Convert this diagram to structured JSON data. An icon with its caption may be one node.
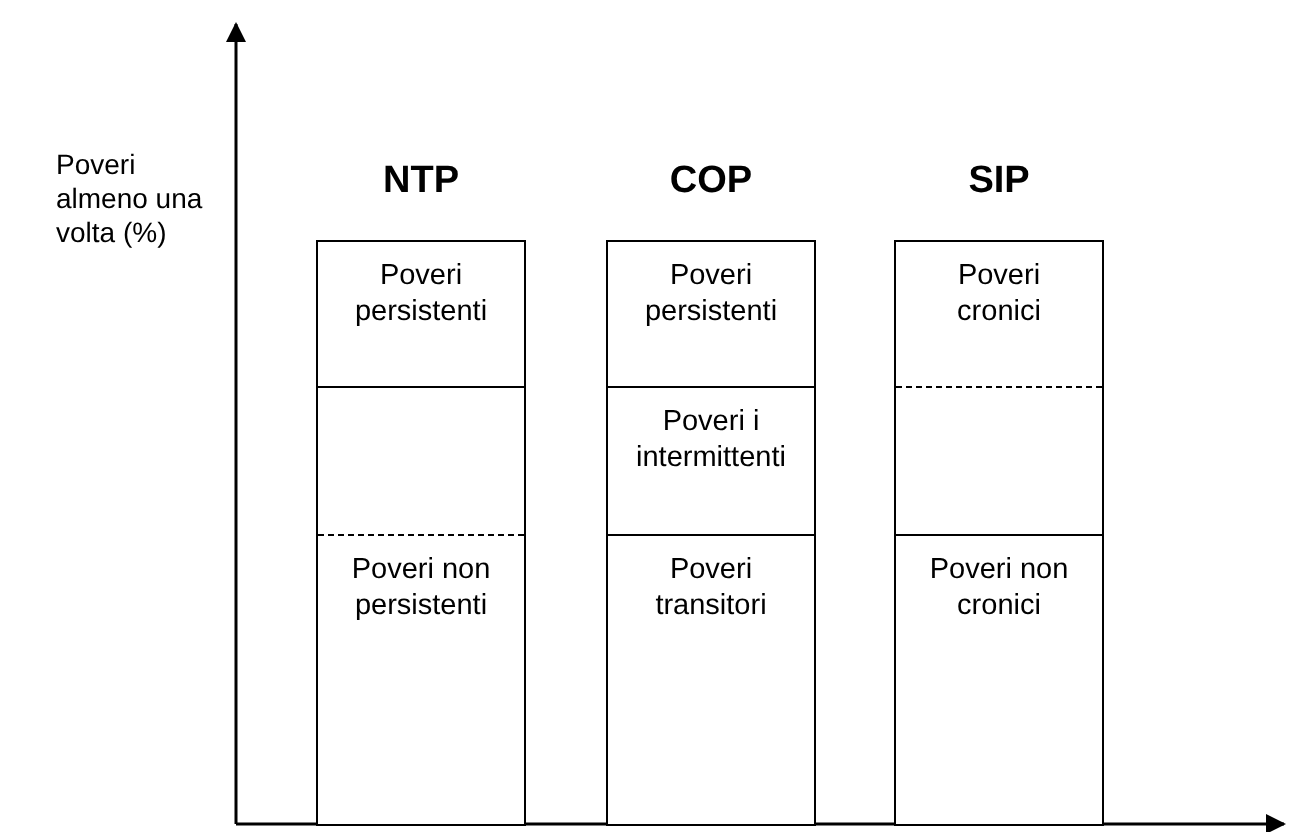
{
  "diagram": {
    "nodes": [
      {
        "text": [
          "NTP"
        ]
      },
      {
        "text": [
          "Poveri persistenti"
        ],
        "in": 0
      },
      {
        "text": [],
        "shape": "box",
        "in": 0
      },
      {
        "text": [
          "Poveri non persistenti"
        ],
        "in": 0
      },
      {
        "text": [
          "COP"
        ]
      },
      {
        "text": [
          "Poveri persistenti"
        ],
        "in": 4
      },
      {
        "text": [
          "Poveri i intermittenti"
        ],
        "in": 4
      },
      {
        "text": [
          "Poveri transitori"
        ],
        "in": 4
      },
      {
        "text": [
          "SIP"
        ]
      },
      {
        "text": [
          "Poveri cronici"
        ],
        "in": 8
      },
      {
        "text": [],
        "shape": "box",
        "in": 8
      },
      {
        "text": [
          "Poveri non cronici"
        ],
        "in": 8
      }
    ],
    "labels": [
      "Poveri almeno una volta (%)"
    ]
  }
}
